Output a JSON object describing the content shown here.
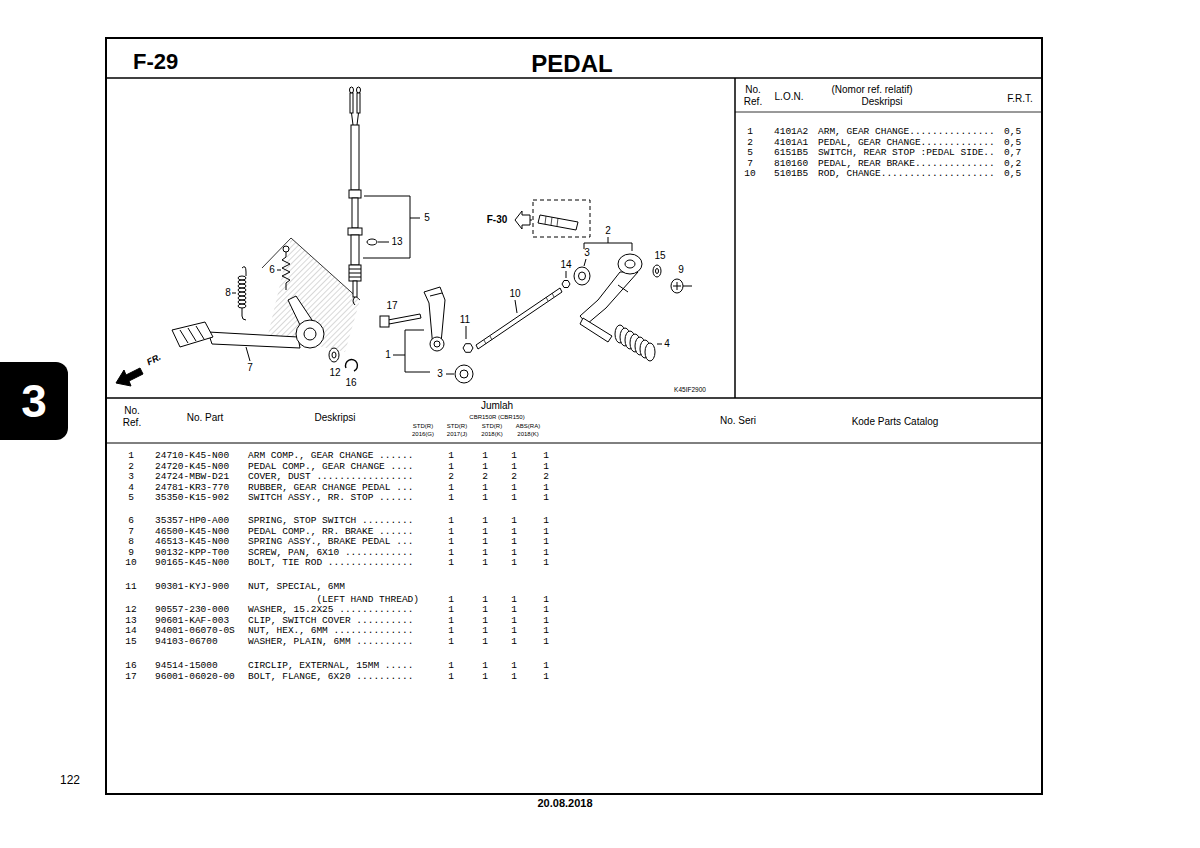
{
  "diagram": {
    "title": "PEDAL",
    "nodes": [
      {
        "text": [
          "3"
        ]
      }
    ],
    "labels": [
      "F-29",
      "5",
      "13",
      "6",
      "8",
      "17",
      "11",
      "10",
      "1",
      "7",
      "12",
      "16",
      "3",
      "F-30",
      "2",
      "3",
      "14",
      "15",
      "9",
      "4",
      "FR.",
      "K45IF2900",
      "No.",
      "Ref.",
      "L.O.N.",
      "(Nomor ref. relatif)",
      "Deskripsi",
      "F.R.T.",
      "1",
      "4101A2",
      "ARM, GEAR CHANGE...............",
      "0,5",
      "2",
      "4101A1",
      "PEDAL, GEAR CHANGE.............",
      "0,5",
      "5",
      "6151B5",
      "SWITCH, REAR STOP :PEDAL SIDE..",
      "0,7",
      "7",
      "810160",
      "PEDAL, REAR BRAKE..............",
      "0,2",
      "10",
      "5101B5",
      "ROD, CHANGE....................",
      "0,5",
      "No.",
      "Ref.",
      "No. Part",
      "Deskripsi",
      "Jumlah",
      "CBR150R (CBR150)",
      "STD(R)",
      "STD(R)",
      "STD(R)",
      "ABS(RA)",
      "2016(G)",
      "2017(J)",
      "2018(K)",
      "2018(K)",
      "No. Seri",
      "Kode Parts Catalog",
      "1",
      "24710-K45-N00",
      "ARM COMP., GEAR CHANGE ......",
      "1",
      "1",
      "1",
      "1",
      "2",
      "24720-K45-N00",
      "PEDAL COMP., GEAR CHANGE ....",
      "1",
      "1",
      "1",
      "1",
      "3",
      "24724-MBW-D21",
      "COVER, DUST .................",
      "2",
      "2",
      "2",
      "2",
      "4",
      "24781-KR3-770",
      "RUBBER, GEAR CHANGE PEDAL ...",
      "1",
      "1",
      "1",
      "1",
      "5",
      "35350-K15-902",
      "SWITCH ASSY., RR. STOP ......",
      "1",
      "1",
      "1",
      "1",
      "6",
      "35357-HP0-A00",
      "SPRING, STOP SWITCH .........",
      "1",
      "1",
      "1",
      "1",
      "7",
      "46500-K45-N00",
      "PEDAL COMP., RR. BRAKE ......",
      "1",
      "1",
      "1",
      "1",
      "8",
      "46513-K45-N00",
      "SPRING ASSY., BRAKE PEDAL ...",
      "1",
      "1",
      "1",
      "1",
      "9",
      "90132-KPP-T00",
      "SCREW, PAN, 6X10 ............",
      "1",
      "1",
      "1",
      "1",
      "10",
      "90165-K45-N00",
      "BOLT, TIE ROD ...............",
      "1",
      "1",
      "1",
      "1",
      "11",
      "90301-KYJ-900",
      "NUT, SPECIAL, 6MM",
      "(LEFT HAND THREAD)",
      "1",
      "1",
      "1",
      "1",
      "12",
      "90557-230-000",
      "WASHER, 15.2X25 .............",
      "1",
      "1",
      "1",
      "1",
      "13",
      "90601-KAF-003",
      "CLIP, SWITCH COVER ..........",
      "1",
      "1",
      "1",
      "1",
      "14",
      "94001-06070-0S",
      "NUT, HEX., 6MM ..............",
      "1",
      "1",
      "1",
      "1",
      "15",
      "94103-06700",
      "WASHER, PLAIN, 6MM ..........",
      "1",
      "1",
      "1",
      "1",
      "16",
      "94514-15000",
      "CIRCLIP, EXTERNAL, 15MM .....",
      "1",
      "1",
      "1",
      "1",
      "17",
      "96001-06020-00",
      "BOLT, FLANGE, 6X20 ..........",
      "1",
      "1",
      "1",
      "1",
      "122",
      "20.08.2018"
    ]
  }
}
